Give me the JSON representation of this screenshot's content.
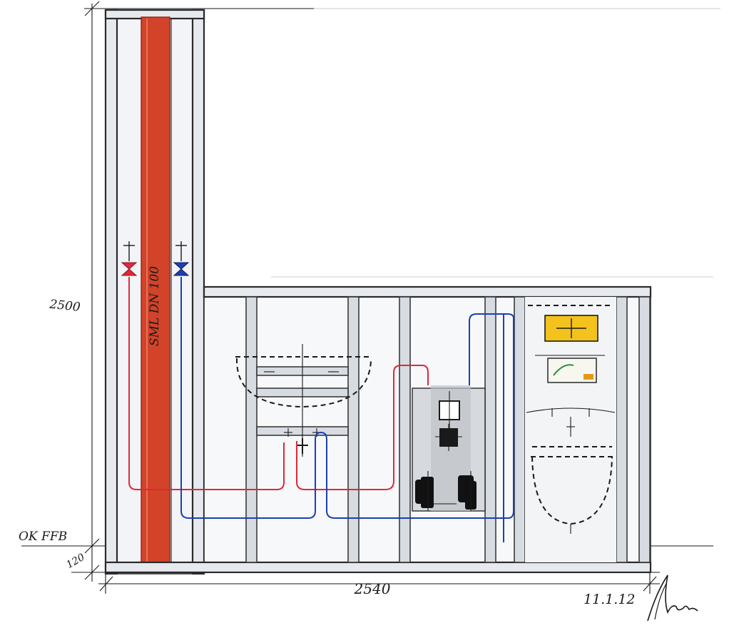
{
  "labels": {
    "height": "2500",
    "width": "2540",
    "floor_level": "OK FFB",
    "floor_offset": "120",
    "waste_pipe": "SML DN 100",
    "date": "11.1.12"
  },
  "colors": {
    "hot_water": "#e0283a",
    "cold_water": "#1d3fb0",
    "waste_pipe": "#d2432a",
    "flush_plate": "#f4c21d",
    "frame_fill": "#e6e9ee",
    "ink": "#1a1a1a"
  },
  "icons": {
    "hot_valve": "bowtie-valve-icon",
    "cold_valve": "bowtie-valve-icon",
    "signature": "handwritten-signature"
  }
}
